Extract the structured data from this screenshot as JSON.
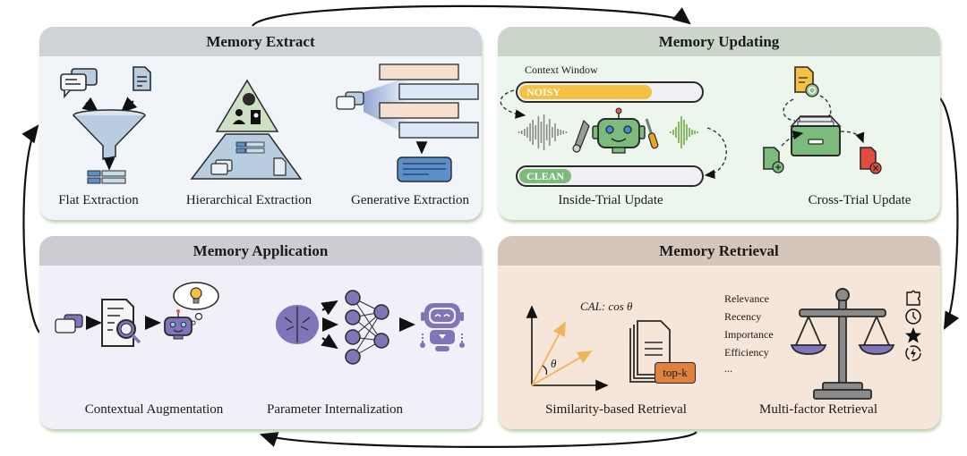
{
  "diagram": {
    "panels": {
      "extract": {
        "title": "Memory Extract",
        "methods": [
          "Flat Extraction",
          "Hierarchical Extraction",
          "Generative Extraction"
        ]
      },
      "updating": {
        "title": "Memory Updating",
        "context_window_label": "Context Window",
        "noisy_label": "NOISY",
        "clean_label": "CLEAN",
        "noisy_fill": 0.72,
        "clean_fill": 0.28,
        "methods": [
          "Inside-Trial Update",
          "Cross-Trial Update"
        ]
      },
      "application": {
        "title": "Memory Application",
        "methods": [
          "Contextual Augmentation",
          "Parameter Internalization"
        ]
      },
      "retrieval": {
        "title": "Memory Retrieval",
        "formula": "CAL: cos θ",
        "angle_label": "θ",
        "topk_label": "top-k",
        "factors": [
          "Relevance",
          "Recency",
          "Importance",
          "Efficiency",
          "..."
        ],
        "methods": [
          "Similarity-based Retrieval",
          "Multi-factor Retrieval"
        ]
      }
    },
    "cycle_order": [
      "Memory Extract",
      "Memory Updating",
      "Memory Retrieval",
      "Memory Application"
    ],
    "colors": {
      "noisy": "#f4c142",
      "clean": "#7dbb7d",
      "extract_blue": "#5b8fc9",
      "purple": "#8174b8",
      "orange": "#e0813f",
      "red": "#e24c3e",
      "green_doc": "#7fbf7f",
      "yellow_doc": "#f4c142"
    }
  }
}
